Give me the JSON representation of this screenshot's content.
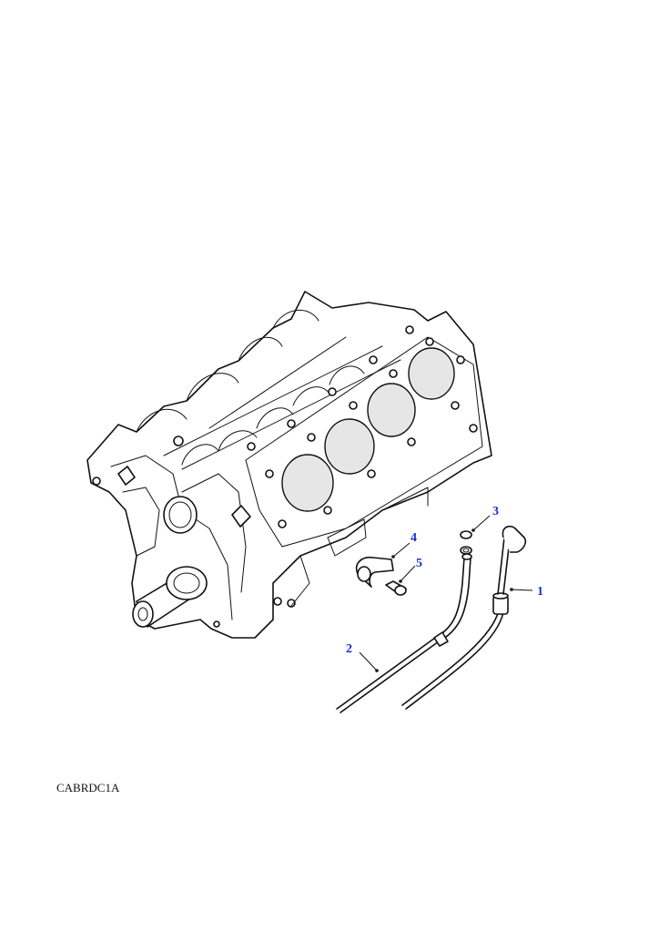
{
  "callouts": [
    {
      "id": "1",
      "label": "1"
    },
    {
      "id": "2",
      "label": "2"
    },
    {
      "id": "3",
      "label": "3"
    },
    {
      "id": "4",
      "label": "4"
    },
    {
      "id": "5",
      "label": "5"
    }
  ],
  "reference_code": "CABRDC1A",
  "colors": {
    "callout": "#1a2ecc",
    "line": "#111111"
  }
}
